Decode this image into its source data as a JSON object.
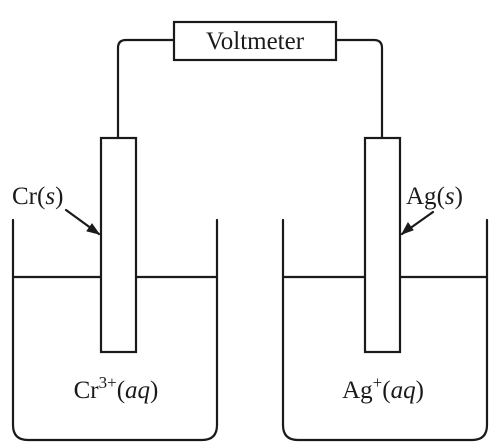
{
  "voltmeter": {
    "label": "Voltmeter"
  },
  "left_cell": {
    "electrode": {
      "element": "Cr",
      "state": "s"
    },
    "solution": {
      "ion": "Cr",
      "charge": "3+",
      "state": "aq"
    }
  },
  "right_cell": {
    "electrode": {
      "element": "Ag",
      "state": "s"
    },
    "solution": {
      "ion": "Ag",
      "charge": "+",
      "state": "aq"
    }
  }
}
